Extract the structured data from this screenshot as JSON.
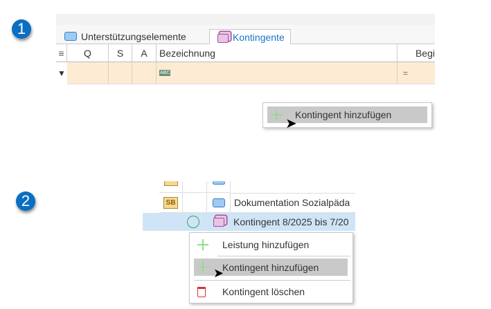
{
  "step1": {
    "badge": "1",
    "tabs": [
      {
        "label": "Unterstützungselemente",
        "icon": "support-element-icon"
      },
      {
        "label": "Kontingente",
        "icon": "contingent-icon",
        "active": true
      }
    ],
    "columns": [
      "Q",
      "S",
      "A",
      "Bezeichnung",
      "Begi"
    ],
    "filter": {
      "text_op": "ABC",
      "date_op": "="
    },
    "context_menu": {
      "items": [
        {
          "label": "Kontingent hinzufügen",
          "icon": "plus-icon",
          "highlighted": true
        }
      ]
    }
  },
  "step2": {
    "badge": "2",
    "rows": [
      {
        "badge": "SB",
        "label": "Dokumentation Sozialpäda"
      },
      {
        "label": "Kontingent 8/2025 bis 7/20",
        "selected": true
      }
    ],
    "context_menu": {
      "items": [
        {
          "label": "Leistung hinzufügen",
          "icon": "plus-icon"
        },
        {
          "label": "Kontingent hinzufügen",
          "icon": "plus-icon",
          "highlighted": true
        },
        {
          "label": "Kontingent löschen",
          "icon": "trash-icon"
        }
      ]
    }
  },
  "colors": {
    "accent": "#1a73c9",
    "filter_row": "#fdebd4",
    "selection": "#cfe5f7",
    "highlight": "#c9c9c9"
  }
}
